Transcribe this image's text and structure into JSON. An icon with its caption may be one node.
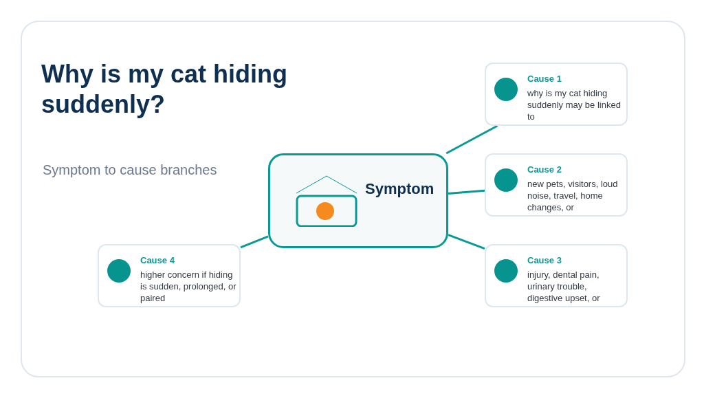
{
  "diagram": {
    "title": "Why is my cat hiding suddenly?",
    "nodes": [
      {
        "text": [
          "Symptom"
        ]
      },
      {
        "text": [
          "Cause 1",
          "why is my cat hiding suddenly may be linked to"
        ]
      },
      {
        "text": [
          "Cause 2",
          "new pets, visitors, loud noise, travel, home changes, or"
        ]
      },
      {
        "text": [
          "Cause 3",
          "injury, dental pain, urinary trouble, digestive upset, or"
        ]
      },
      {
        "text": [
          "Cause 4",
          "higher concern if hiding is sudden, prolonged, or paired"
        ]
      }
    ],
    "edges": [
      {
        "from": 0,
        "to": 1,
        "arrow": "none"
      },
      {
        "from": 0,
        "to": 2,
        "arrow": "none"
      },
      {
        "from": 0,
        "to": 3,
        "arrow": "none"
      },
      {
        "from": 0,
        "to": 4,
        "arrow": "none"
      }
    ],
    "labels": [
      "Symptom to cause branches"
    ]
  }
}
